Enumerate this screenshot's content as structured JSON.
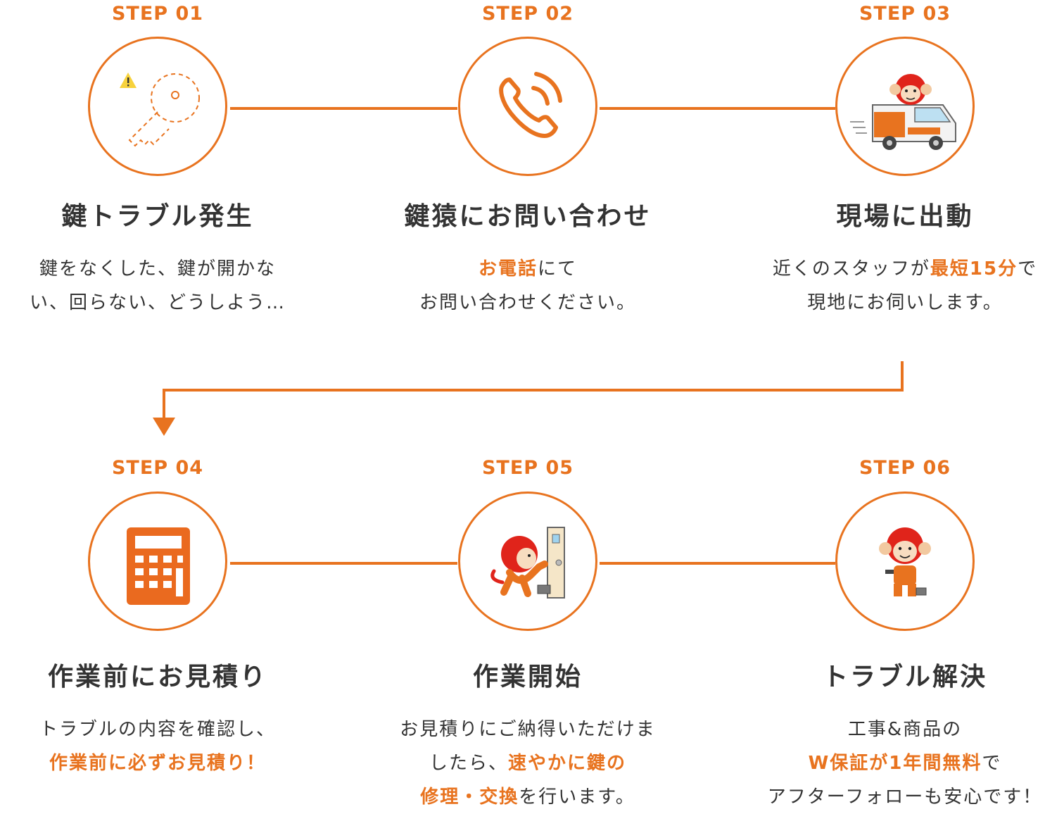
{
  "colors": {
    "accent": "#e8731f",
    "text": "#333333",
    "background": "#ffffff"
  },
  "steps": [
    {
      "label": "STEP 01",
      "icon": "dashed-key-warning-icon",
      "title": "鍵トラブル発生",
      "desc": [
        [
          {
            "t": "鍵をなくした、鍵が開かな",
            "hl": false
          }
        ],
        [
          {
            "t": "い、回らない、どうしよう…",
            "hl": false
          }
        ]
      ]
    },
    {
      "label": "STEP 02",
      "icon": "phone-icon",
      "title": "鍵猿にお問い合わせ",
      "desc": [
        [
          {
            "t": "お電話",
            "hl": true
          },
          {
            "t": "にて",
            "hl": false
          }
        ],
        [
          {
            "t": "お問い合わせください。",
            "hl": false
          }
        ]
      ]
    },
    {
      "label": "STEP 03",
      "icon": "monkey-van-icon",
      "title": "現場に出動",
      "desc": [
        [
          {
            "t": "近くのスタッフが",
            "hl": false
          },
          {
            "t": "最短15分",
            "hl": true
          },
          {
            "t": "で",
            "hl": false
          }
        ],
        [
          {
            "t": "現地にお伺いします。",
            "hl": false
          }
        ]
      ]
    },
    {
      "label": "STEP 04",
      "icon": "calculator-icon",
      "title": "作業前にお見積り",
      "desc": [
        [
          {
            "t": "トラブルの内容を確認し、",
            "hl": false
          }
        ],
        [
          {
            "t": "作業前に必ずお見積り！",
            "hl": true
          }
        ]
      ]
    },
    {
      "label": "STEP 05",
      "icon": "monkey-door-repair-icon",
      "title": "作業開始",
      "desc": [
        [
          {
            "t": "お見積りにご納得いただけま",
            "hl": false
          }
        ],
        [
          {
            "t": "したら、",
            "hl": false
          },
          {
            "t": "速やかに鍵の",
            "hl": true
          }
        ],
        [
          {
            "t": "修理・交換",
            "hl": true
          },
          {
            "t": "を行います。",
            "hl": false
          }
        ]
      ]
    },
    {
      "label": "STEP 06",
      "icon": "monkey-mascot-icon",
      "title": "トラブル解決",
      "desc": [
        [
          {
            "t": "工事&商品の",
            "hl": false
          }
        ],
        [
          {
            "t": "W保証が1年間無料",
            "hl": true
          },
          {
            "t": "で",
            "hl": false
          }
        ],
        [
          {
            "t": "アフターフォローも安心です！",
            "hl": false
          }
        ]
      ]
    }
  ]
}
